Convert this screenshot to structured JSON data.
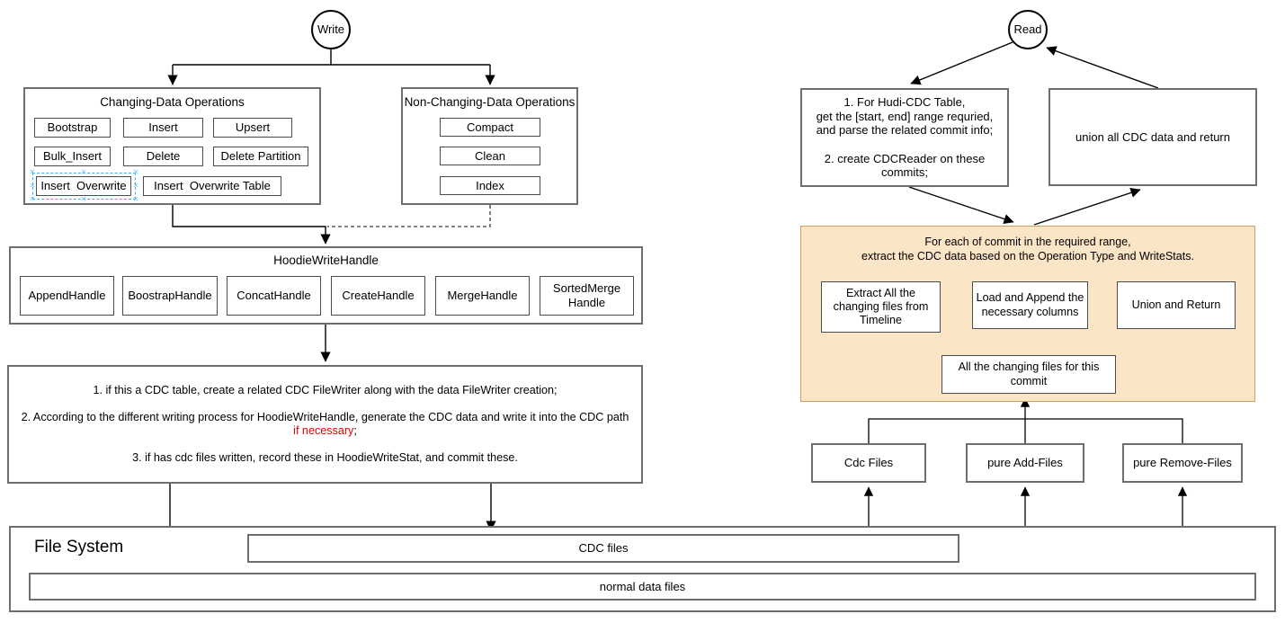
{
  "write_flow": {
    "write_label": "Write",
    "changing": {
      "title": "Changing-Data Operations",
      "ops": [
        "Bootstrap",
        "Insert",
        "Upsert",
        "Bulk_Insert",
        "Delete",
        "Delete Partition",
        "Insert  Overwrite",
        "Insert  Overwrite Table"
      ]
    },
    "non_changing": {
      "title": "Non-Changing-Data Operations",
      "ops": [
        "Compact",
        "Clean",
        "Index"
      ]
    },
    "write_handle": {
      "title": "HoodieWriteHandle",
      "handles": [
        "AppendHandle",
        "BoostrapHandle",
        "ConcatHandle",
        "CreateHandle",
        "MergeHandle",
        "SortedMerge Handle"
      ]
    },
    "notes": {
      "line1": "1. if this a CDC table, create a related CDC FileWriter along with the data FileWriter creation;",
      "line2_prefix": "2. According to the different writing process for HoodieWriteHandle, generate the CDC data and write it into the CDC path ",
      "line2_highlight": "if necessary",
      "line2_suffix": ";",
      "line3": "3. if has cdc files written, record these in HoodieWriteStat, and commit these."
    }
  },
  "read_flow": {
    "read_label": "Read",
    "step_box": "1. For Hudi-CDC Table,\nget the [start, end] range requried,\nand parse the related commit info;\n\n2. create CDCReader on these\ncommits;",
    "union_box": "union all CDC data and return",
    "per_commit": {
      "title_line1": "For each of commit in the required range,",
      "title_line2": "extract the CDC data based on the Operation Type and WriteStats.",
      "extract": "Extract All the changing files from Timeline",
      "load": "Load and Append the necessary columns",
      "union": "Union and Return",
      "all_changing": "All the changing files for this commit"
    },
    "file_groups": [
      "Cdc Files",
      "pure Add-Files",
      "pure Remove-Files"
    ]
  },
  "file_system": {
    "title": "File System",
    "cdc_files": "CDC files",
    "normal_files": "normal data files"
  },
  "colors": {
    "orange_fill": "#FAE5C6",
    "orange_border": "#D49E5C",
    "highlight_red": "#e00000",
    "selection_blue": "#2fb3f5"
  }
}
